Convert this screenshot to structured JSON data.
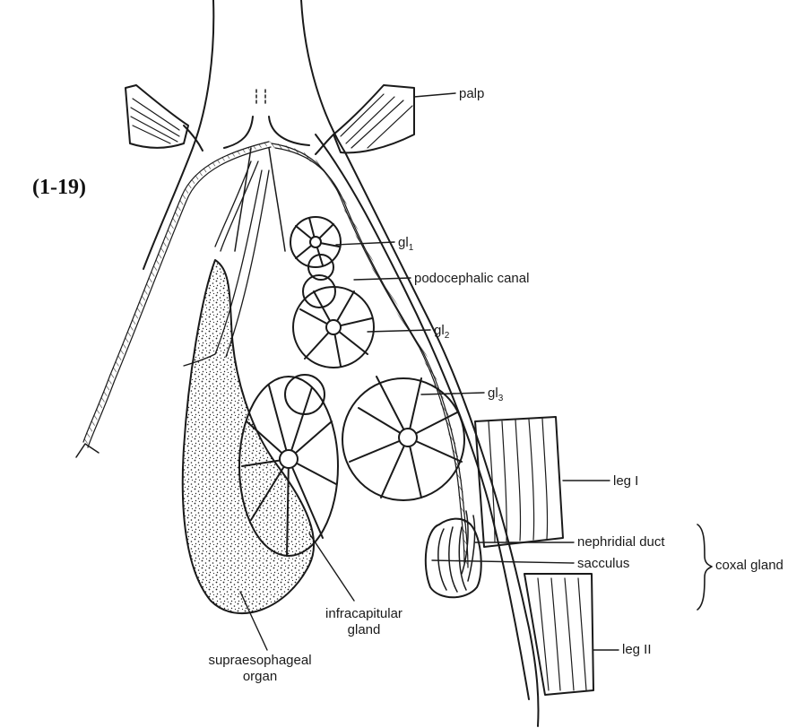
{
  "figure_number": "(1-19)",
  "labels": {
    "palp": "palp",
    "gl1_base": "gl",
    "gl1_sub": "1",
    "podocephalic": "podocephalic canal",
    "gl2_base": "gl",
    "gl2_sub": "2",
    "gl3_base": "gl",
    "gl3_sub": "3",
    "leg1": "leg I",
    "nephridial": "nephridial duct",
    "sacculus": "sacculus",
    "coxal": "coxal gland",
    "infracap_line1": "infracapitular",
    "infracap_line2": "gland",
    "supra_line1": "supraesophageal",
    "supra_line2": "organ",
    "leg2": "leg II"
  },
  "colors": {
    "ink": "#1a1a1a",
    "paper": "#ffffff"
  }
}
